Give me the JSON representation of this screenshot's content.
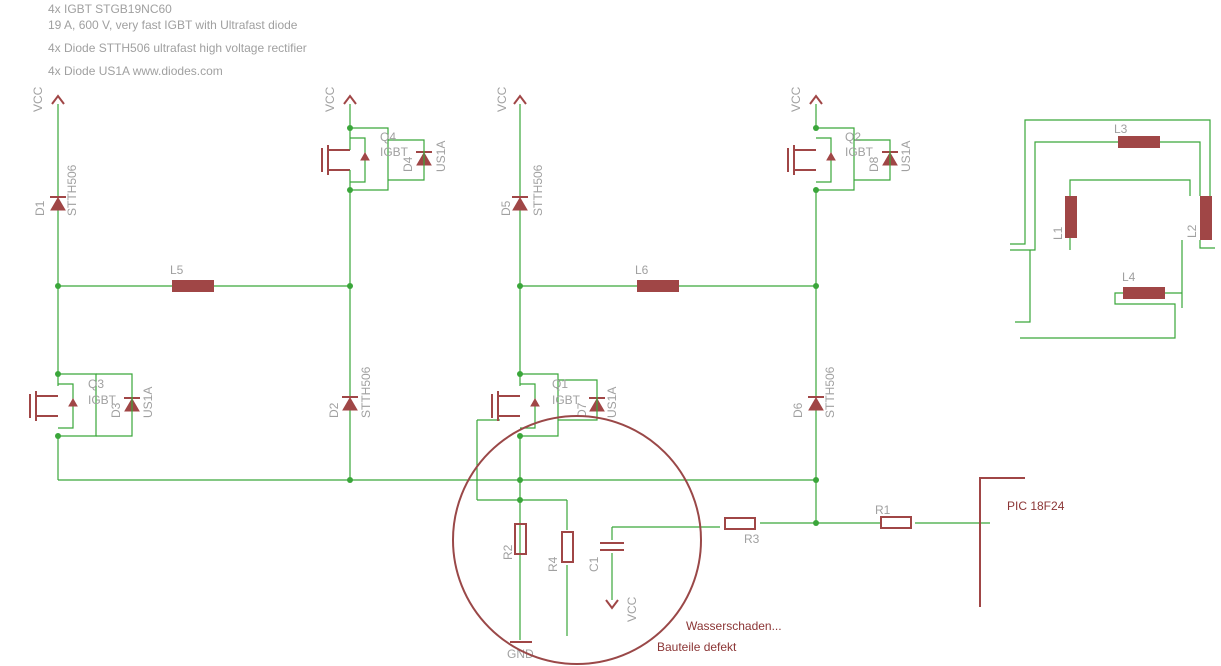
{
  "notes": [
    "4x IGBT STGB19NC60",
    "19 A, 600 V, very fast IGBT with Ultrafast diode",
    "4x Diode STTH506 ultrafast high voltage rectifier",
    "4x Diode US1A www.diodes.com"
  ],
  "supply_label": "VCC",
  "ground_label": "GND",
  "diode_part": "STTH506",
  "small_diode_part": "US1A",
  "igbt_type": "IGBT",
  "transistors": [
    "Q1",
    "Q2",
    "Q3",
    "Q4"
  ],
  "diodes": [
    "D1",
    "D2",
    "D3",
    "D4",
    "D5",
    "D6",
    "D7",
    "D8"
  ],
  "inductors": [
    "L1",
    "L2",
    "L3",
    "L4",
    "L5",
    "L6"
  ],
  "resistors": [
    "R1",
    "R2",
    "R3",
    "R4"
  ],
  "capacitor": "C1",
  "controller": "PIC 18F24",
  "annotations": {
    "damage": "Wasserschaden...",
    "defect": "Bauteile defekt"
  },
  "colors": {
    "wire": "#3aa63a",
    "component": "#a04646",
    "text": "#a0a0a0",
    "annotation": "#8b3535"
  }
}
